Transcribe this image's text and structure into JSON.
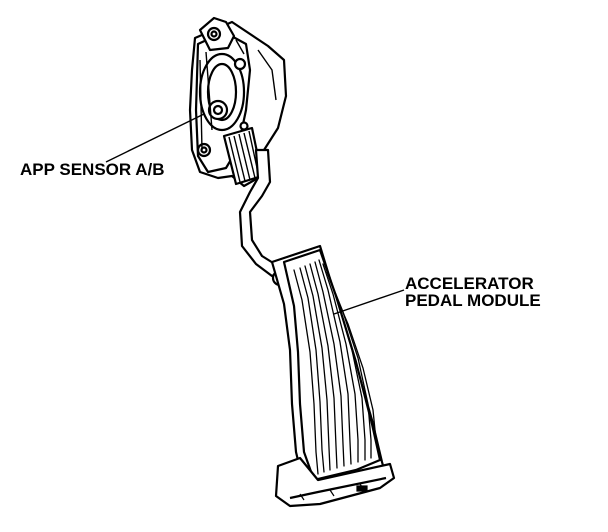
{
  "labels": {
    "app_sensor": "APP SENSOR A/B",
    "accelerator_line1": "ACCELERATOR",
    "accelerator_line2": "PEDAL MODULE"
  },
  "colors": {
    "ink": "#000000",
    "paper": "#ffffff",
    "shade": "#e6e6e6"
  }
}
